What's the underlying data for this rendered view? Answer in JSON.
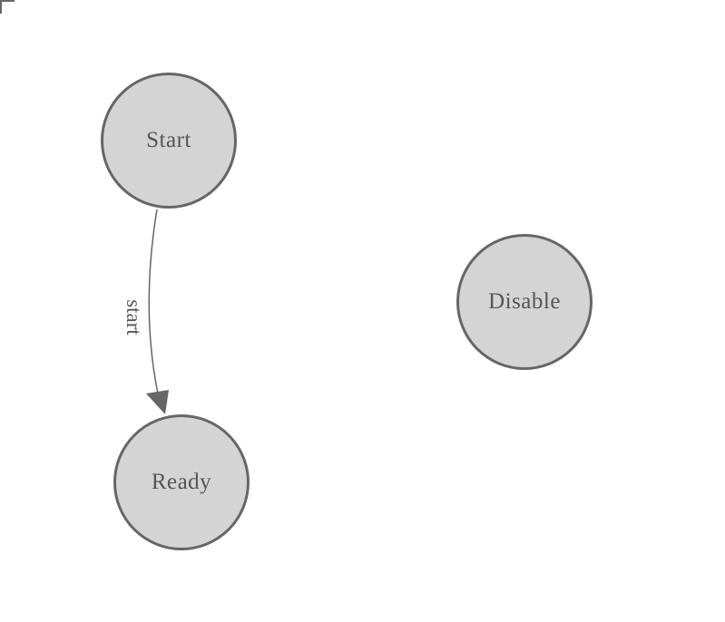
{
  "diagram": {
    "type": "state-machine",
    "colors": {
      "background": "#ffffff",
      "node_fill": "#d4d4d4",
      "node_stroke": "#666666",
      "edge": "#666666",
      "label": "#555555",
      "marker": "#666666"
    },
    "nodes": [
      {
        "id": "start",
        "label": "Start"
      },
      {
        "id": "ready",
        "label": "Ready"
      },
      {
        "id": "disable",
        "label": "Disable"
      }
    ],
    "edges": [
      {
        "from": "start",
        "to": "ready",
        "label": "start"
      }
    ]
  }
}
